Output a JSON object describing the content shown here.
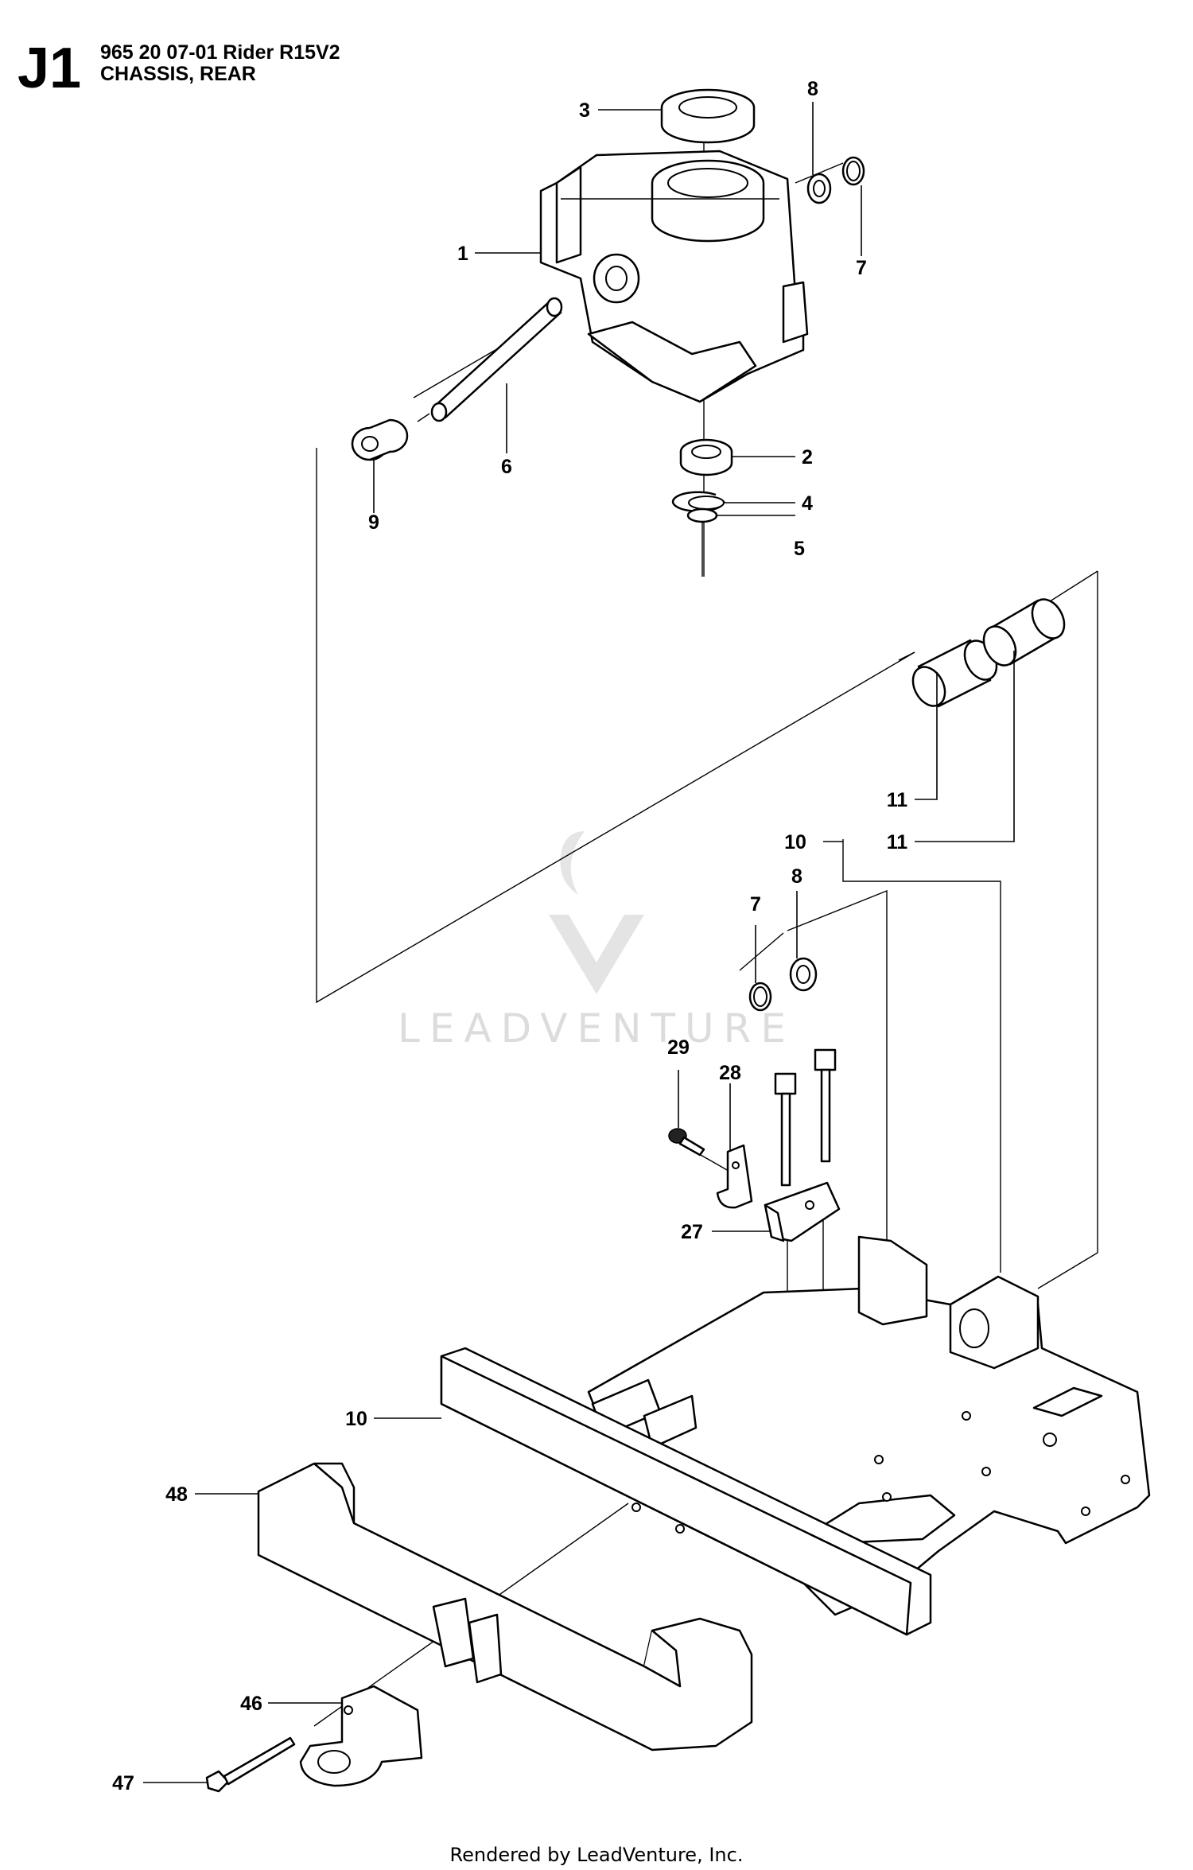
{
  "header": {
    "page_code": "J1",
    "model": "965 20 07-01 Rider R15V2",
    "section": "CHASSIS, REAR"
  },
  "watermark": {
    "text": "LEADVENTURE"
  },
  "footer": {
    "rendered_by": "Rendered by LeadVenture, Inc."
  },
  "callouts": [
    {
      "id": "c3",
      "text": "3"
    },
    {
      "id": "c8a",
      "text": "8"
    },
    {
      "id": "c1",
      "text": "1"
    },
    {
      "id": "c7a",
      "text": "7"
    },
    {
      "id": "c6",
      "text": "6"
    },
    {
      "id": "c2",
      "text": "2"
    },
    {
      "id": "c4",
      "text": "4"
    },
    {
      "id": "c9",
      "text": "9"
    },
    {
      "id": "c5",
      "text": "5"
    },
    {
      "id": "c11a",
      "text": "11"
    },
    {
      "id": "c10a",
      "text": "10"
    },
    {
      "id": "c11b",
      "text": "11"
    },
    {
      "id": "c8b",
      "text": "8"
    },
    {
      "id": "c7b",
      "text": "7"
    },
    {
      "id": "c29",
      "text": "29"
    },
    {
      "id": "c28",
      "text": "28"
    },
    {
      "id": "c27",
      "text": "27"
    },
    {
      "id": "c10b",
      "text": "10"
    },
    {
      "id": "c48",
      "text": "48"
    },
    {
      "id": "c46",
      "text": "46"
    },
    {
      "id": "c47",
      "text": "47"
    }
  ]
}
